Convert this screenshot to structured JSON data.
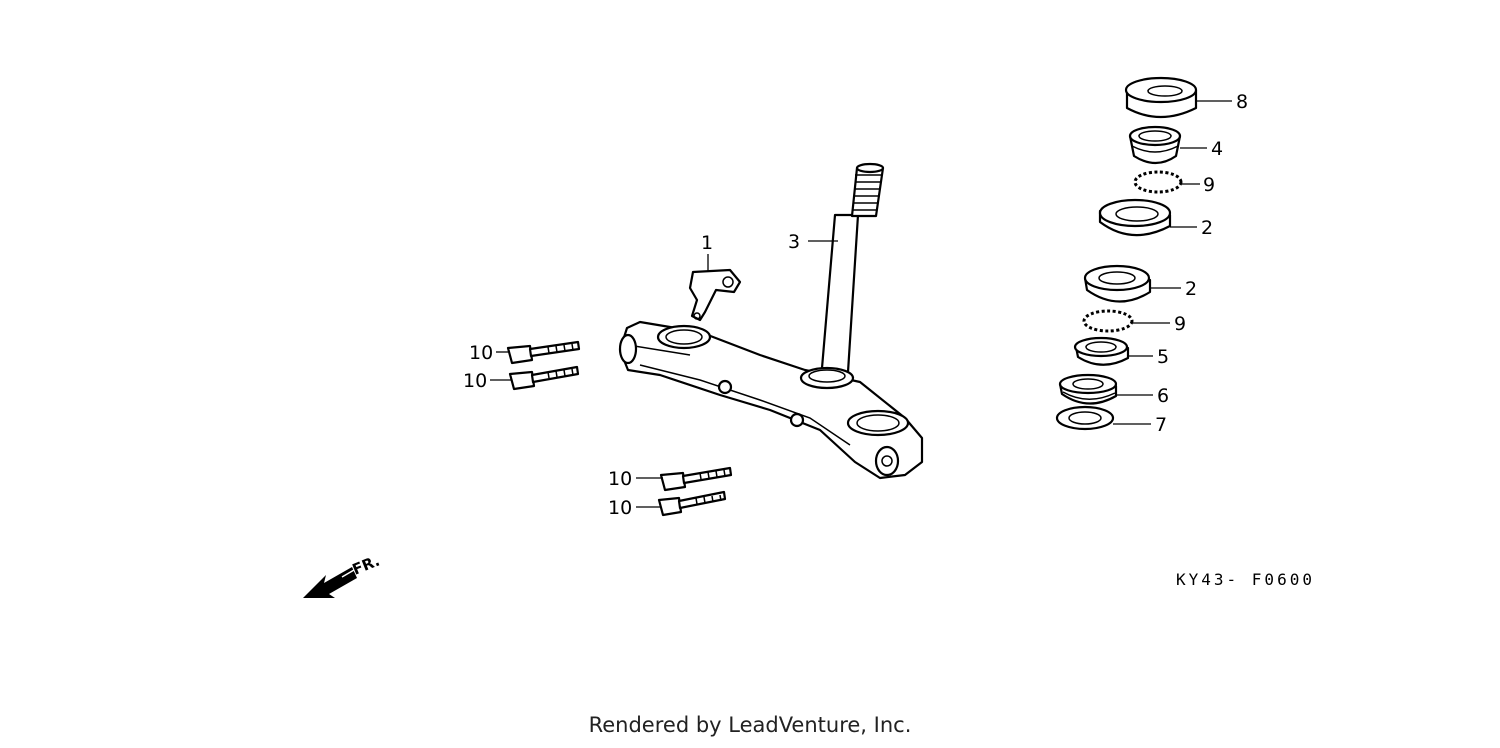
{
  "callouts": {
    "c1": "1",
    "c2a": "2",
    "c2b": "2",
    "c3": "3",
    "c4": "4",
    "c5": "5",
    "c6": "6",
    "c7": "7",
    "c8": "8",
    "c9a": "9",
    "c9b": "9",
    "c10a": "10",
    "c10b": "10",
    "c10c": "10",
    "c10d": "10"
  },
  "diagram_code": "KY43- F0600",
  "front_label": "FR.",
  "footer": "Rendered by LeadVenture, Inc.",
  "icons": [
    "front-direction-arrow-icon"
  ]
}
